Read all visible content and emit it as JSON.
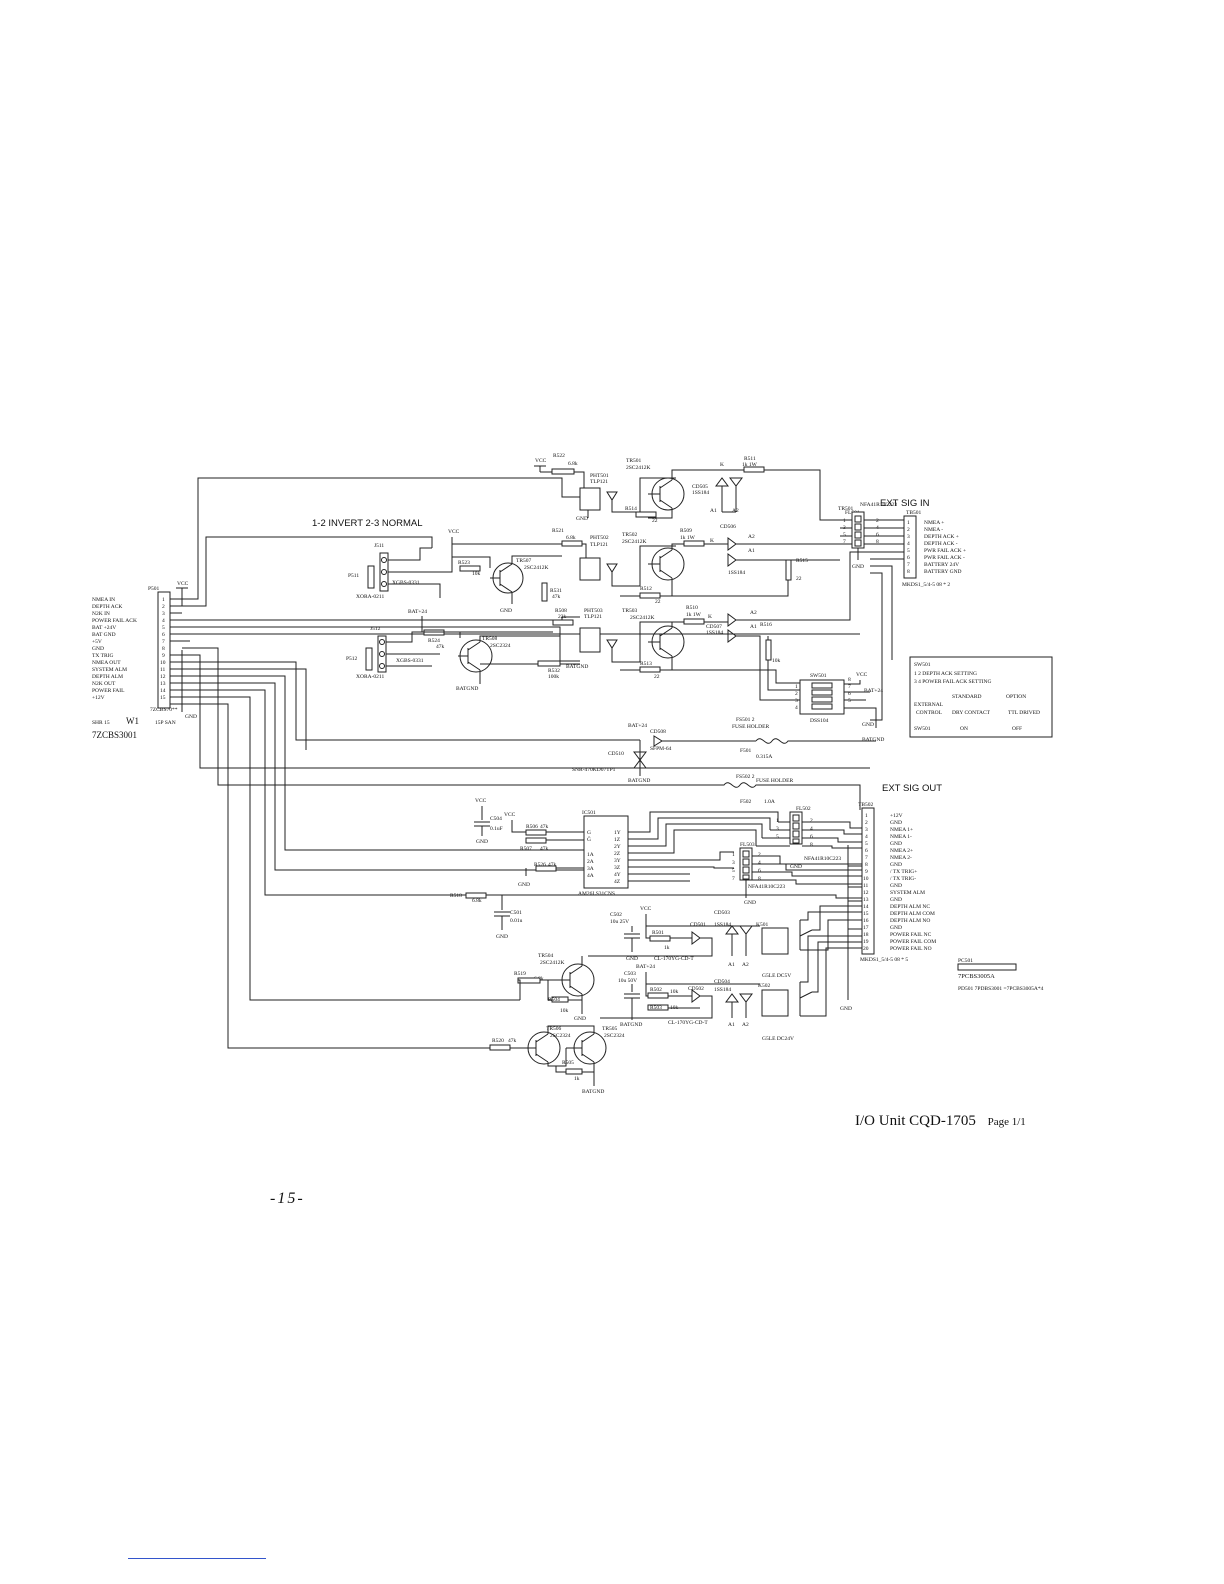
{
  "header": {
    "ext_sig_in": "EXT SIG IN",
    "ext_sig_out": "EXT SIG OUT",
    "jumper_note": "1-2 INVERT  2-3 NORMAL"
  },
  "connector_p501": {
    "ref": "P501",
    "pins": [
      "1",
      "2",
      "3",
      "4",
      "5",
      "6",
      "7",
      "8",
      "9",
      "10",
      "11",
      "12",
      "13",
      "14",
      "15"
    ],
    "signals": [
      "NMEA IN",
      "DEPTH ACK",
      "N2K IN",
      "POWER FAIL ACK",
      "BAT +24V",
      "BAT GND",
      "+5V",
      "GND",
      "TX TRIG",
      "NMEA OUT",
      "SYSTEM ALM",
      "DEPTH ALM",
      "N2K OUT",
      "POWER FAIL",
      "+12V"
    ],
    "part": "7ZCBS70**",
    "cable": "SHR 15",
    "cable_name": "W1",
    "cable_pins": "15P SAN",
    "cable_part": "7ZCBS3001"
  },
  "tb501": {
    "ref": "TB501",
    "filter": "NFA41R10C223",
    "filter_ref": "FL501",
    "pins": [
      "1",
      "2",
      "3",
      "4",
      "5",
      "6",
      "7",
      "8"
    ],
    "signals": [
      "NMEA +",
      "NMEA -",
      "DEPTH ACK +",
      "DEPTH ACK -",
      "PWR FAIL ACK +",
      "PWR FAIL ACK -",
      "BATTERY 24V",
      "BATTERY GND"
    ],
    "part": "MKDS1_5/4-5 08 * 2"
  },
  "tb502": {
    "ref": "TB502",
    "pins": [
      "1",
      "2",
      "3",
      "4",
      "5",
      "6",
      "7",
      "8",
      "9",
      "10",
      "11",
      "12",
      "13",
      "14",
      "15",
      "16",
      "17",
      "18",
      "19",
      "20"
    ],
    "signals": [
      "+12V",
      "GND",
      "NMEA 1+",
      "NMEA 1-",
      "GND",
      "NMEA 2+",
      "NMEA 2-",
      "GND",
      "/ TX TRIG+",
      "/ TX TRIG-",
      "GND",
      "SYSTEM ALM",
      "GND",
      "DEPTH ALM NC",
      "DEPTH ALM COM",
      "DEPTH ALM NO",
      "GND",
      "POWER FAIL NC",
      "POWER FAIL COM",
      "POWER FAIL NO"
    ],
    "part": "MKDS1_5/4-5 08 * 5"
  },
  "sw501_table": {
    "title": "SW501",
    "line1": "1  2  DEPTH ACK SETTING",
    "line2": "3  4  POWER FAIL ACK SETTING",
    "col_standard": "STANDARD",
    "col_option": "OPTION",
    "row1_label_a": "EXTERNAL",
    "row1_label_b": "CONTROL",
    "row1_standard": "DRY CONTACT",
    "row1_option": "TTL DRIVED",
    "row2_label": "SW501",
    "row2_standard": "ON",
    "row2_option": "OFF"
  },
  "components": {
    "r522": "R522",
    "r522_v": "6.8k",
    "tr501": "TR501",
    "tr501_p": "2SC2412K",
    "r511": "R511",
    "r511_v": "1k 1W",
    "pht501": "PHT501",
    "pht501_p": "TLP121",
    "cd505": "CD505",
    "cd505_p": "1SS184",
    "r514": "R514",
    "r514_v": "22",
    "r521": "R521",
    "r521_v": "6.8k",
    "tr502": "TR502",
    "tr502_p": "2SC2412K",
    "r509": "R509",
    "r509_v": "1k 1W",
    "cd506": "CD506",
    "cd506_p": "1SS184",
    "pht502": "PHT502",
    "pht502_p": "TLP121",
    "r515": "R515",
    "r515_v": "22",
    "r512": "R512",
    "r512_v": "22",
    "j511": "J511",
    "p511": "P511",
    "xora": "XORA-0211",
    "xgbs": "XGBS-0331",
    "r523": "R523",
    "r523_v": "10k",
    "tr507": "TR507",
    "tr507_p": "2SC2412K",
    "r531": "R531",
    "r531_v": "47k",
    "r508": "R508",
    "r508_v": "22k",
    "pht503": "PHT503",
    "pht503_p": "TLP121",
    "tr503": "TR503",
    "tr503_p": "2SC2412K",
    "r510": "R510",
    "r510_v": "1k 1W",
    "cd507": "CD507",
    "cd507_p": "1SS184",
    "r516": "R516",
    "r516_v": "10k",
    "j512": "J512",
    "p512": "P512",
    "r524": "R524",
    "r524_v": "47k",
    "tr508": "TR508",
    "tr508_p": "2SC2324",
    "r532": "R532",
    "r532_v": "100k",
    "r513": "R513",
    "r513_v": "22",
    "sw501": "SW501",
    "sw501_p": "DSS104",
    "fs501": "FS501 2",
    "fuse_holder": "FUSE HOLDER",
    "f501": "F501",
    "f501_v": "0.315A",
    "cd508": "CD508",
    "sfpm": "SFPM-64",
    "cd510": "CD510",
    "snr": "SNR-470KD07TP1",
    "fs502": "FS502 2",
    "f502": "F502",
    "f502_v": "1.0A",
    "fl502": "FL502",
    "fl503": "FL503",
    "fl_part": "NFA41R10C223",
    "ic501": "IC501",
    "ic501_p": "AM26LS31CNS",
    "c504": "C504",
    "c504_v": "0.1uF",
    "r506": "R506",
    "r506_v": "47k",
    "r507": "R507",
    "r507_v": "47k",
    "r526": "R526",
    "r526_v": "47k",
    "r518": "R518",
    "r518_v": "6.8k",
    "c501": "C501",
    "c501_v": "0.01u",
    "c502": "C502",
    "c502_v": "10u 25V",
    "r501": "R501",
    "r501_v": "1k",
    "cd501": "CD501",
    "cd501_p": "CL-170YG-CD-T",
    "cd503": "CD503",
    "cd503_p": "1SS184",
    "k501": "K501",
    "k501_p": "G5LE DC5V",
    "tr504": "TR504",
    "tr504_p": "2SC2412K",
    "r519": "R519",
    "r519_v": "6.8k",
    "r504": "R504",
    "r504_v": "10k",
    "c503": "C503",
    "c503_v": "10u 50V",
    "r502": "R502",
    "r502_v": "10k",
    "r503": "R503",
    "r503_v": "10k",
    "cd502": "CD502",
    "cd502_p": "CL-170YG-CD-T",
    "cd504": "CD504",
    "cd504_p": "1SS184",
    "k502": "K502",
    "k502_p": "G5LE DC24V",
    "tr506": "TR506",
    "tr506_p": "2SC2324",
    "tr505": "TR505",
    "tr505_p": "2SC2324",
    "r520": "R520",
    "r520_v": "47k",
    "r505": "R505",
    "r505_v": "1k",
    "pc501": "PC501",
    "pc501_p": "7PCBS3005A",
    "pcb_note": "PD501 7PDBS3001 =7PCBS3005A*4"
  },
  "net_labels": {
    "vcc": "VCC",
    "gnd": "GND",
    "batgnd": "BATGND",
    "bat24": "BAT+24",
    "k": "K",
    "a1": "A1",
    "a2": "A2"
  },
  "footer": {
    "title": "I/O Unit  CQD-1705",
    "page": "Page 1/1",
    "page_number": "-15-"
  }
}
